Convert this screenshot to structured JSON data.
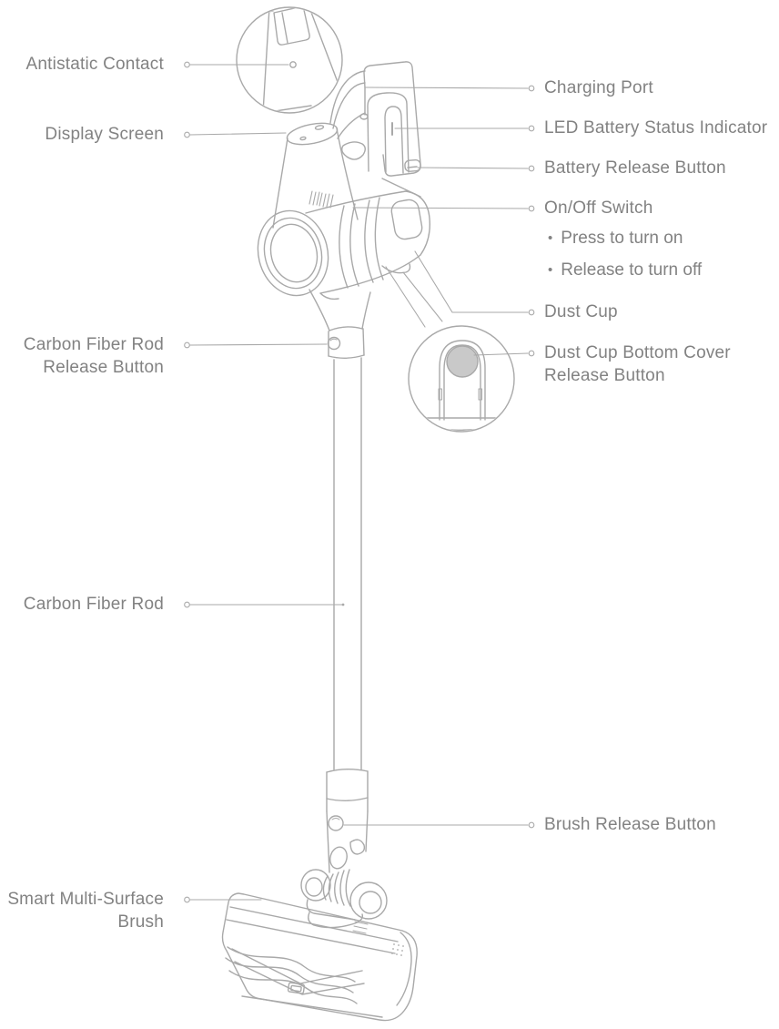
{
  "colors": {
    "line": "#a9a9a9",
    "text": "#828282",
    "button_fill": "#c9c9c9",
    "background": "#ffffff"
  },
  "diagram": {
    "bullet_char": "•",
    "left_labels": [
      {
        "id": "antistatic-contact",
        "lines": [
          "Antistatic Contact"
        ]
      },
      {
        "id": "display-screen",
        "lines": [
          "Display Screen"
        ]
      },
      {
        "id": "carbon-fiber-rod-release-button",
        "lines": [
          "Carbon Fiber Rod",
          "Release Button"
        ]
      },
      {
        "id": "carbon-fiber-rod",
        "lines": [
          "Carbon Fiber Rod"
        ]
      },
      {
        "id": "smart-multi-surface-brush",
        "lines": [
          "Smart Multi-Surface",
          "Brush"
        ]
      }
    ],
    "right_labels": [
      {
        "id": "charging-port",
        "lines": [
          "Charging Port"
        ]
      },
      {
        "id": "led-battery-status-indicator",
        "lines": [
          "LED Battery Status Indicator"
        ]
      },
      {
        "id": "battery-release-button",
        "lines": [
          "Battery Release Button"
        ]
      },
      {
        "id": "on-off-switch",
        "lines": [
          "On/Off Switch"
        ],
        "bullets": [
          "Press to turn on",
          "Release to turn off"
        ]
      },
      {
        "id": "dust-cup",
        "lines": [
          "Dust Cup"
        ]
      },
      {
        "id": "dust-cup-bottom-cover-release-button",
        "lines": [
          "Dust Cup Bottom Cover",
          "Release Button"
        ]
      },
      {
        "id": "brush-release-button",
        "lines": [
          "Brush Release Button"
        ]
      }
    ]
  }
}
